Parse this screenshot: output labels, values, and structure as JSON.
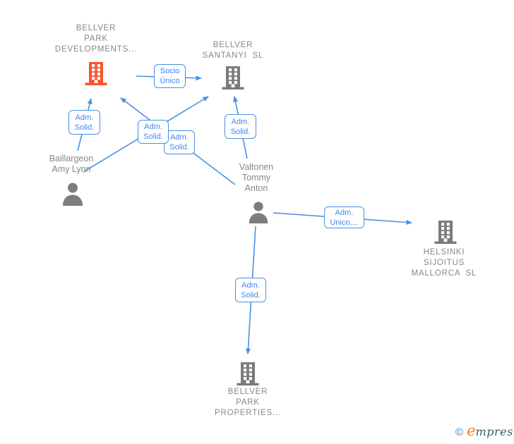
{
  "diagram_title": "corporate-relationship-graph",
  "nodes": {
    "developments": {
      "type": "company",
      "lines": [
        "BELLVER",
        "PARK",
        "DEVELOPMENTS..."
      ],
      "icon": "building-icon",
      "icon_color": "#f8552a"
    },
    "santanyi": {
      "type": "company",
      "lines": [
        "BELLVER",
        "SANTANYI SL"
      ],
      "icon": "building-icon",
      "icon_color": "#7b7b7b"
    },
    "baillargeon": {
      "type": "person",
      "lines": [
        "Baillargeon",
        "Amy Lynn"
      ],
      "icon": "person-icon",
      "icon_color": "#7d7d7d"
    },
    "valtonen": {
      "type": "person",
      "lines": [
        "Valtonen",
        "Tommy",
        "Anton"
      ],
      "icon": "person-icon",
      "icon_color": "#7d7d7d"
    },
    "helsinki": {
      "type": "company",
      "lines": [
        "HELSINKI",
        "SIJOITUS",
        "MALLORCA SL"
      ],
      "icon": "building-icon",
      "icon_color": "#7b7b7b"
    },
    "properties": {
      "type": "company",
      "lines": [
        "BELLVER",
        "PARK",
        "PROPERTIES..."
      ],
      "icon": "building-icon",
      "icon_color": "#7b7b7b"
    }
  },
  "edges": [
    {
      "from": "baillargeon",
      "to": "developments",
      "label_lines": [
        "Adm.",
        "Solid."
      ]
    },
    {
      "from": "baillargeon",
      "to": "santanyi",
      "label_lines": [
        "Adm.",
        "Solid."
      ]
    },
    {
      "from": "valtonen",
      "to": "developments",
      "label_lines": [
        "Adm.",
        "Solid."
      ]
    },
    {
      "from": "valtonen",
      "to": "santanyi",
      "label_lines": [
        "Adm.",
        "Solid."
      ]
    },
    {
      "from": "developments",
      "to": "santanyi",
      "label_lines": [
        "Socio",
        "Único"
      ]
    },
    {
      "from": "valtonen",
      "to": "helsinki",
      "label_lines": [
        "Adm.",
        "Unico,..."
      ]
    },
    {
      "from": "valtonen",
      "to": "properties",
      "label_lines": [
        "Adm.",
        "Solid."
      ]
    }
  ],
  "watermark": {
    "copyright": "©",
    "brand_lead": "e",
    "brand_rest": "mpresia"
  },
  "colors": {
    "edge_blue": "#4a90e2",
    "label_text_blue": "#4285f4",
    "node_text_gray": "#878787",
    "company_orange": "#f8552a",
    "icon_gray": "#7b7b7b",
    "watermark_orange": "#ef7d1a",
    "watermark_dark": "#3a5a6e",
    "watermark_blue": "#2e7cb8"
  }
}
